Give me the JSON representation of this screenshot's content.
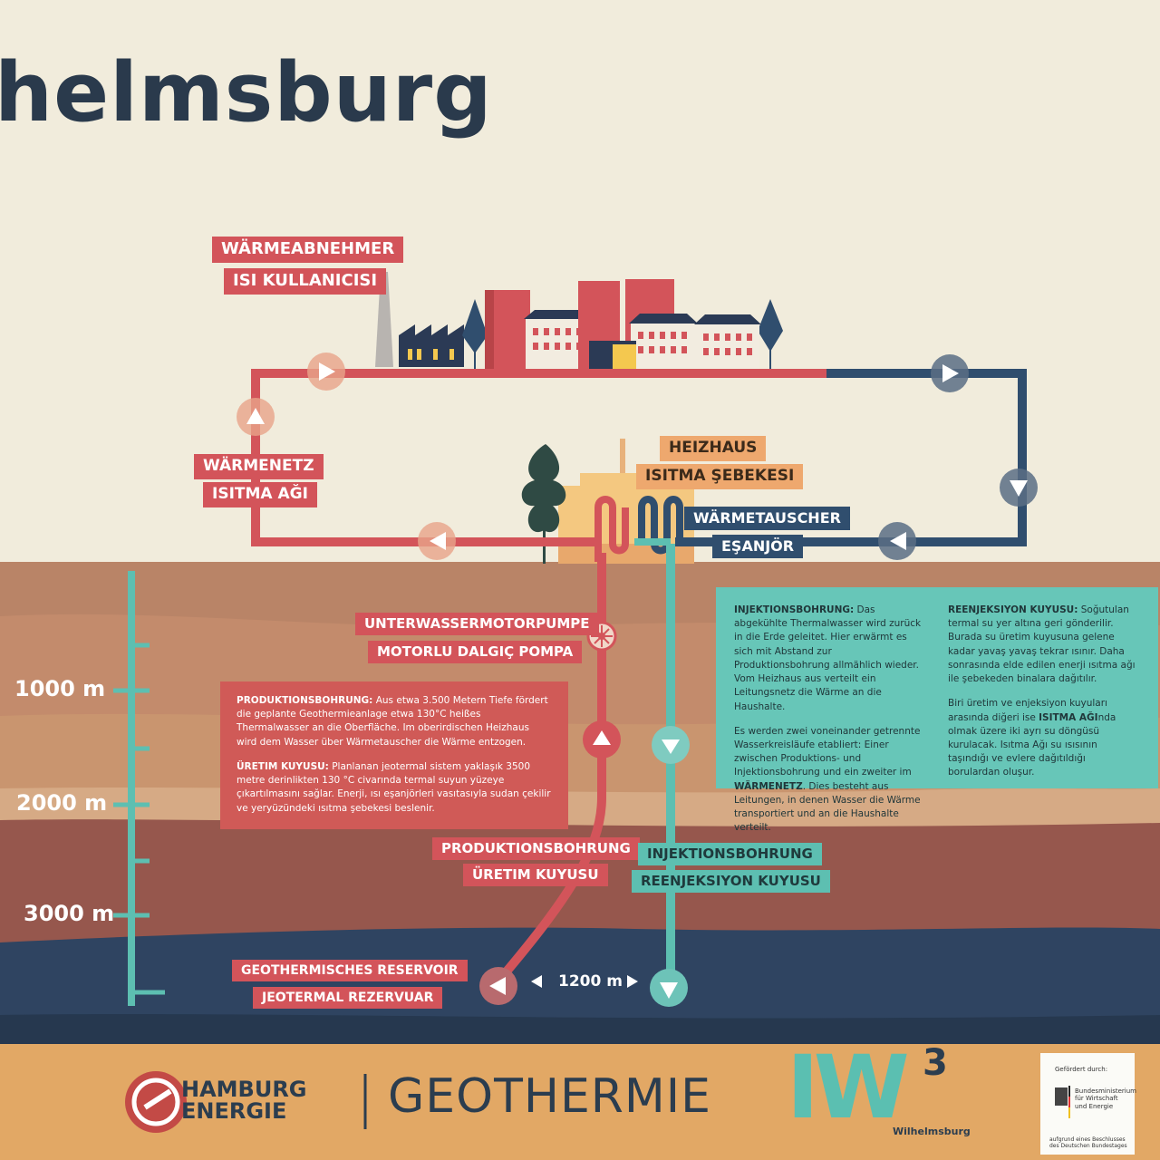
{
  "title": "helmsburg",
  "labels": {
    "waermeabnehmer": "WÄRMEABNEHMER",
    "isi_kullanicisi": "ISI KULLANICISI",
    "waermenetz": "WÄRMENETZ",
    "isitma_agi": "ISITMA AĞI",
    "heizhaus": "HEIZHAUS",
    "isitma_sebekesi": "ISITMA ŞEBEKESI",
    "waermetauscher": "WÄRMETAUSCHER",
    "esanjor": "EŞANJÖR",
    "pumpe": "UNTERWASSERMOTORPUMPE",
    "pompa": "MOTORLU DALGIÇ POMPA",
    "produktionsbohrung": "PRODUKTIONSBOHRUNG",
    "uretim_kuyusu": "ÜRETIM KUYUSU",
    "injektionsbohrung": "INJEKTIONSBOHRUNG",
    "reenjeksiyon_kuyusu": "REENJEKSIYON KUYUSU",
    "reservoir": "GEOTHERMISCHES RESERVOIR",
    "rezervuar": "JEOTERMAL REZERVUAR",
    "distance": "1200 m"
  },
  "depths": [
    "1000 m",
    "2000 m",
    "3000 m"
  ],
  "production_text": {
    "de_head": "PRODUKTIONSBOHRUNG:",
    "de_body": " Aus etwa 3.500 Metern Tiefe fördert die geplante Geothermieanlage etwa 130°C heißes Thermalwasser an die Oberfläche. Im oberirdischen Heizhaus wird dem Wasser über Wärmetauscher die Wärme entzogen.",
    "tr_head": "ÜRETIM KUYUSU:",
    "tr_body": " Planlanan jeotermal sistem yaklaşık 3500 metre derinlikten 130 °C civarında termal suyun yüzeye çıkartılmasını sağlar. Enerji, ısı eşanjörleri vasıtasıyla sudan çekilir ve yeryüzündeki ısıtma şebekesi beslenir."
  },
  "injection_text": {
    "de_head": "INJEKTIONSBOHRUNG:",
    "de_body1": " Das abgekühlte Thermalwasser wird zurück in die Erde geleitet. Hier erwärmt es sich mit Abstand zur Produktionsbohrung allmählich wieder. Vom Heizhaus aus verteilt ein Leitungsnetz die Wärme an die Haushalte.",
    "de_body2a": "Es werden zwei voneinander getrennte Wasserkreisläufe etabliert: Einer zwischen Produktions- und Injektionsbohrung und ein zweiter im ",
    "de_bold": "WÄRMENETZ",
    "de_body2b": ". Dies besteht aus Leitungen, in denen Wasser die Wärme transportiert und an die Haushalte verteilt.",
    "tr_head": "REENJEKSIYON KUYUSU:",
    "tr_body1": " Soğutulan termal su yer altına geri gönderilir. Burada su üretim kuyusuna gelene kadar yavaş yavaş tekrar ısınır. Daha sonrasında elde edilen enerji ısıtma ağı ile şebekeden binalara dağıtılır.",
    "tr_body2a": "Biri üretim ve enjeksiyon kuyuları arasında diğeri ise ",
    "tr_bold": "ISITMA AĞI",
    "tr_body2b": "nda olmak üzere iki ayrı su döngüsü kurulacak. Isıtma Ağı su ısısının taşındığı ve evlere dağıtıldığı borulardan oluşur."
  },
  "footer": {
    "hamburg1": "HAMBURG",
    "hamburg2": "ENERGIE",
    "geothermie": "GEOTHERMIE",
    "iw": "IW",
    "iw_sup": "3",
    "iw_sub": "Wilhelmsburg",
    "gefoerdert": "Gefördert durch:",
    "ministry": "Bundesministerium für Wirtschaft und Energie",
    "beschluss": "aufgrund eines Beschlusses des Deutschen Bundestages"
  },
  "colors": {
    "red": "#d3545a",
    "navy": "#304e6e",
    "teal": "#5dbfb1",
    "orange": "#eea86e"
  }
}
